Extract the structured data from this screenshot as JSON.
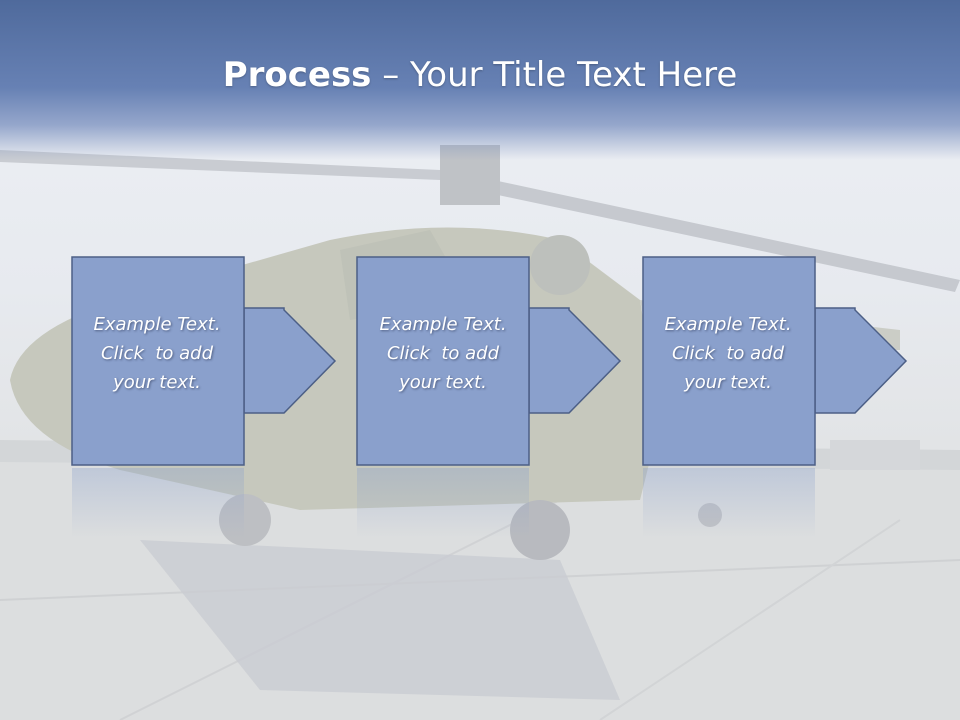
{
  "slide": {
    "title_bold": "Process",
    "title_rest": " – Your Title Text Here"
  },
  "steps": [
    {
      "lines": [
        "Example Text.",
        "Click  to add",
        "your text."
      ]
    },
    {
      "lines": [
        "Example Text.",
        "Click  to add",
        "your text."
      ]
    },
    {
      "lines": [
        "Example Text.",
        "Click  to add",
        "your text."
      ]
    }
  ],
  "colors": {
    "title_band": "#5a76aa",
    "box_fill": "#8aa0cc",
    "box_stroke": "#4c5f86",
    "title_text": "#ffffff"
  },
  "icons": [
    "right-arrow-icon"
  ]
}
